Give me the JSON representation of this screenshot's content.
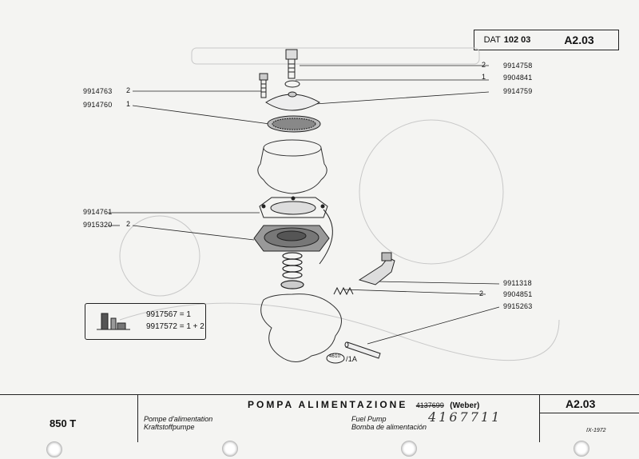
{
  "header": {
    "dat_label": "DAT",
    "dat_number": "102 03",
    "code": "A2.03"
  },
  "callouts": {
    "right_1": {
      "qty": "2",
      "part": "9914758"
    },
    "right_2": {
      "qty": "1",
      "part": "9904841"
    },
    "right_3": {
      "qty": "",
      "part": "9914759"
    },
    "left_1": {
      "part": "9914763",
      "qty": "2"
    },
    "left_2": {
      "part": "9914760",
      "qty": "1"
    },
    "left_3": {
      "part": "9914761",
      "qty": ""
    },
    "left_4": {
      "part": "9915320",
      "qty": "2"
    },
    "right_4": {
      "qty": "",
      "part": "9911318"
    },
    "right_5": {
      "qty": "2",
      "part": "9904851"
    },
    "right_6": {
      "qty": "",
      "part": "9915263"
    }
  },
  "kit_box": {
    "line1": "9917567 = 1",
    "line2": "9917572 = 1 + 2"
  },
  "figure_ref": {
    "circle": "4610",
    "suffix": "/1A"
  },
  "footer": {
    "title": "POMPA ALIMENTAZIONE",
    "struck_number": "4137699",
    "maker": "(Weber)",
    "handwritten": "4167711",
    "model": "850 T",
    "fr": "Pompe d'alimentation",
    "de": "Kraftstoffpumpe",
    "en": "Fuel Pump",
    "es": "Bomba de alimentación",
    "code": "A2.03",
    "date": "IX-1972"
  }
}
